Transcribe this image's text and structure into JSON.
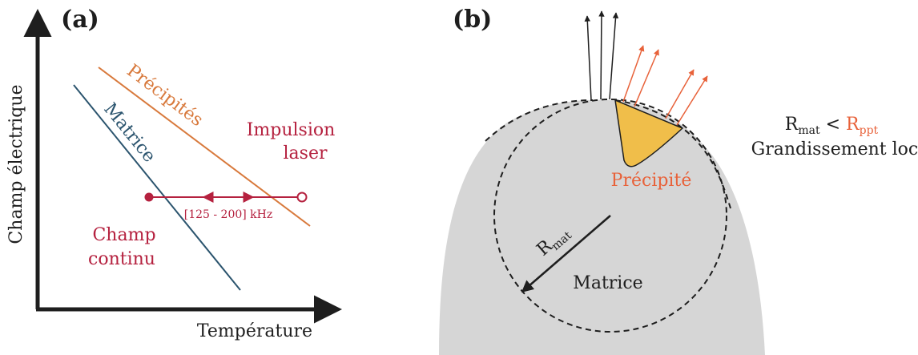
{
  "panel_a": {
    "label": "(a)",
    "y_axis_label": "Champ électrique",
    "x_axis_label": "Température",
    "precipites_label": "Précipités",
    "matrice_label": "Matrice",
    "impulsion_line1": "Impulsion",
    "impulsion_line2": "laser",
    "frequency_label": "[125 - 200] kHz",
    "champ_line1": "Champ",
    "champ_line2": "continu"
  },
  "panel_b": {
    "label": "(b)",
    "precipite_label": "Précipité",
    "matrice_label": "Matrice",
    "r_mat_main": "R",
    "r_mat_sub": "mat",
    "relation_left_main": "R",
    "relation_left_sub": "mat",
    "relation_op": " < ",
    "relation_right_main": "R",
    "relation_right_sub": "ppt",
    "grandissement_label": "Grandissement local"
  },
  "colors": {
    "precipites": "#d8793c",
    "matrice": "#2b546e",
    "laser": "#b5213f",
    "precipite_fill": "#f0be4a",
    "tip_fill": "#d6d6d6",
    "arrow_orange": "#e8623a",
    "dark": "#1e1e1e"
  }
}
